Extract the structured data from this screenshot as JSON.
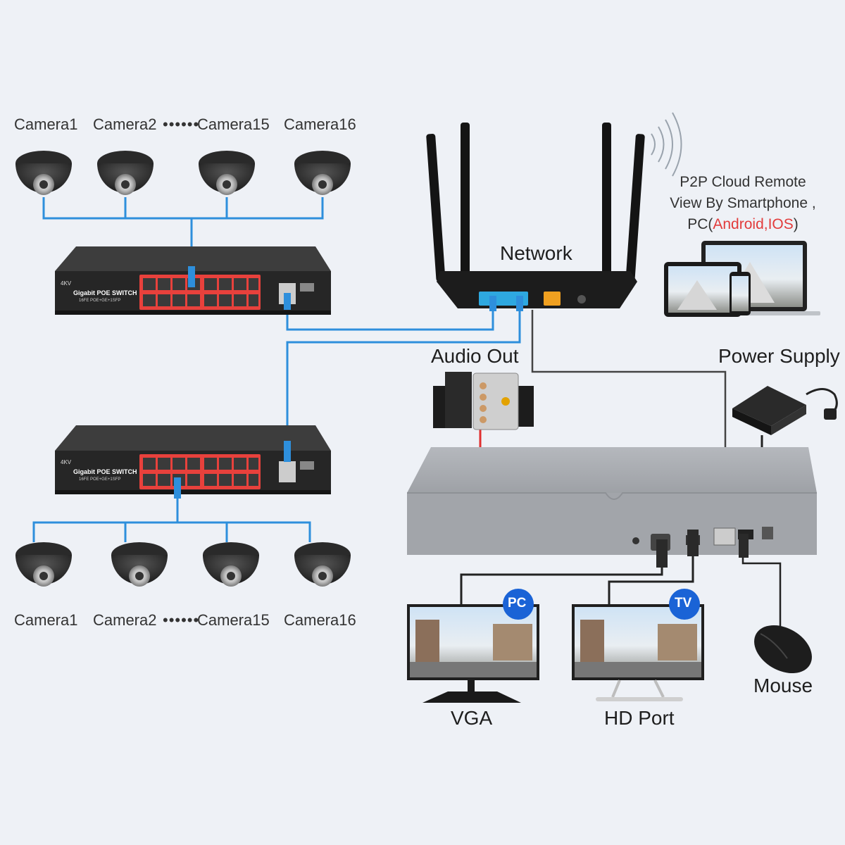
{
  "cameras_top": [
    "Camera1",
    "Camera2",
    "Camera15",
    "Camera16"
  ],
  "cameras_bottom": [
    "Camera1",
    "Camera2",
    "Camera15",
    "Camera16"
  ],
  "dots": "••••••",
  "switch": {
    "brand": "4KV",
    "title": "Gigabit POE SWITCH",
    "subtitle": "16FE POE+GE+1SFP"
  },
  "router": {
    "label": "Network"
  },
  "p2p": {
    "line1": "P2P Cloud Remote",
    "line2": "View By Smartphone ,",
    "line3_prefix": "PC(",
    "line3_red": "Android,IOS",
    "line3_suffix": ")"
  },
  "audio": {
    "label": "Audio Out"
  },
  "power": {
    "label": "Power Supply"
  },
  "monitors": [
    {
      "badge": "PC",
      "label": "VGA"
    },
    {
      "badge": "TV",
      "label": "HD Port"
    }
  ],
  "mouse": {
    "label": "Mouse"
  },
  "colors": {
    "cable_blue": "#2e8fdc",
    "cable_red": "#e02f2f",
    "cable_black": "#222222",
    "badge_blue": "#1a63d6",
    "port_red": "#e8413c"
  }
}
